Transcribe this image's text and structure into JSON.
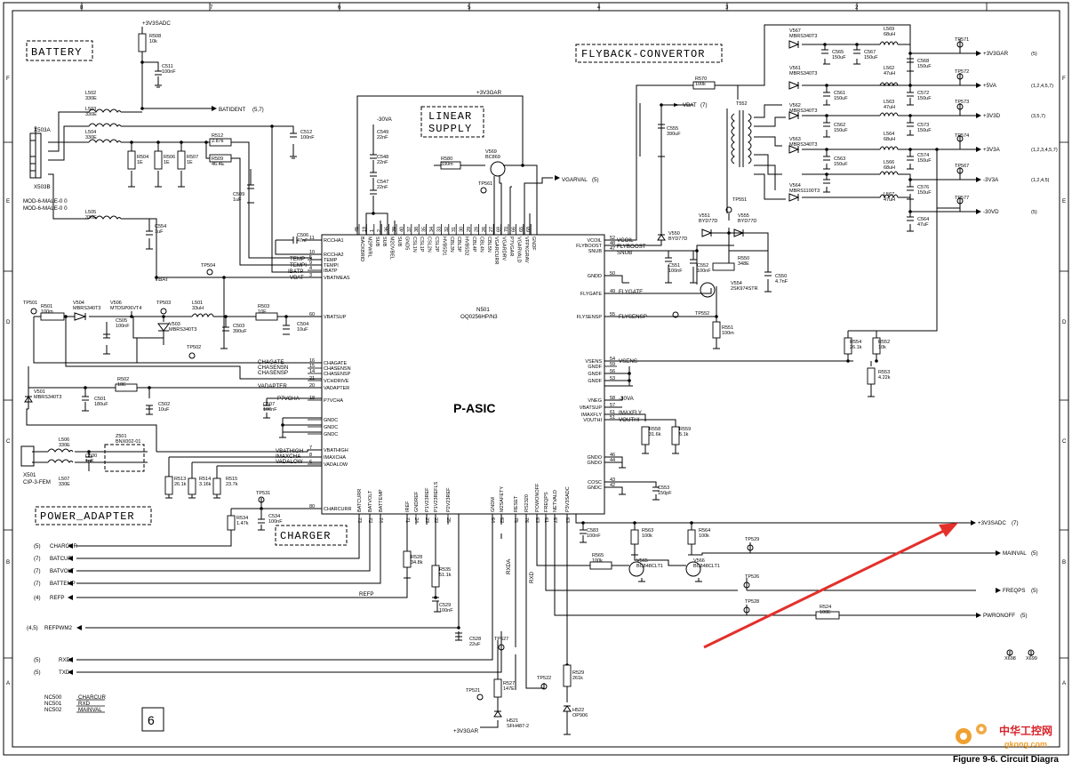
{
  "frame": {
    "top_ruler": [
      "8",
      "7",
      "6",
      "5",
      "4",
      "3",
      "2"
    ],
    "left_ruler": [
      "F",
      "E",
      "D",
      "C",
      "B",
      "A"
    ],
    "right_ruler": [
      "F",
      "E",
      "D",
      "C",
      "B",
      "A"
    ]
  },
  "blocks": {
    "battery": "BATTERY",
    "linear_supply_1": "LINEAR",
    "linear_supply_2": "SUPPLY",
    "flyback": "FLYBACK-CONVERTOR",
    "power_adapter": "POWER_ADAPTER",
    "charger": "CHARGER"
  },
  "asic": {
    "title": "P-ASIC",
    "ref": "N501",
    "part": "OQ0256HP/N3",
    "left_pins": [
      {
        "num": "11",
        "name": "RCCHA1"
      },
      {
        "num": "10",
        "name": "RCCHA2"
      },
      {
        "num": "5",
        "name": "TEMP"
      },
      {
        "num": "9",
        "name": "TEMPI"
      },
      {
        "num": "4",
        "name": "IBATP"
      },
      {
        "num": "3",
        "name": "VBATMEAS"
      },
      {
        "num": "60",
        "name": "VBATSUP"
      },
      {
        "num": "16",
        "name": "CHAGATE"
      },
      {
        "num": "15",
        "name": "CHASENSN"
      },
      {
        "num": "14",
        "name": "CHASENSP"
      },
      {
        "num": "21",
        "name": "VCHDRIVE"
      },
      {
        "num": "20",
        "name": "VADAPTER"
      },
      {
        "num": "18",
        "name": "P7VCHA"
      },
      {
        "num": "",
        "name": "GNDC"
      },
      {
        "num": "",
        "name": "GNDC"
      },
      {
        "num": "",
        "name": "GNDC"
      },
      {
        "num": "7",
        "name": "VBATHIGH"
      },
      {
        "num": "8",
        "name": "IMAXCHA"
      },
      {
        "num": "6",
        "name": "VADALOW"
      },
      {
        "num": "80",
        "name": "CHARCURR"
      }
    ],
    "right_pins": [
      {
        "num": "52",
        "name": "VCOIL"
      },
      {
        "num": "48",
        "name": "FLYBOOST"
      },
      {
        "num": "47",
        "name": "SNUB"
      },
      {
        "num": "50",
        "name": "GNDD"
      },
      {
        "num": "49",
        "name": "FLYGATE"
      },
      {
        "num": "55",
        "name": "FLYSENSP"
      },
      {
        "num": "54",
        "name": "VSENS"
      },
      {
        "num": "59",
        "name": "GNDF"
      },
      {
        "num": "56",
        "name": "GNDF"
      },
      {
        "num": "53",
        "name": "GNDF"
      },
      {
        "num": "58",
        "name": "VNEG"
      },
      {
        "num": "57",
        "name": "VBATSUP"
      },
      {
        "num": "61",
        "name": "IMAXFLY"
      },
      {
        "num": "51",
        "name": "VOUTHI"
      },
      {
        "num": "46",
        "name": "GNDO"
      },
      {
        "num": "44",
        "name": "GNDO"
      },
      {
        "num": "43",
        "name": "COSC"
      },
      {
        "num": "42",
        "name": "GNDC"
      }
    ],
    "top_pins": [
      "BACKBRID",
      "M2PWRL",
      "SUB",
      "SUB",
      "M2OVBEL",
      "SUB",
      "GND5",
      "CSL1N",
      "CSL1P",
      "CSL2N",
      "CSL2P",
      "HVB5D1",
      "CBL3N",
      "CBL3P",
      "HVB5D2",
      "CBL4P",
      "CBL4N",
      "CBL5N",
      "VGARCURR",
      "VGARDRV",
      "P7VGAR",
      "VGARVALD",
      "VFPKGRAV",
      "GNDF"
    ],
    "top_nums": [
      "45",
      "19",
      "1",
      "2",
      "36",
      "39",
      "40",
      "37",
      "38",
      "35",
      "34",
      "33",
      "32",
      "31",
      "30",
      "29",
      "28",
      "26",
      "27",
      "69",
      "70",
      "66",
      "65",
      "68"
    ],
    "bottom_pins": [
      "BATCURR",
      "BATVOLT",
      "BATTEMP",
      "IREF",
      "GNDREF",
      "P1V23REF",
      "P1V23REFLS",
      "P2V23REF",
      "GNDM",
      "M2SAFETY",
      "RESET",
      "RS2320",
      "POWONOFF",
      "FREQPS",
      "NETVALD",
      "P3V3SADC"
    ],
    "bottom_nums": [
      "73",
      "72",
      "74",
      "71",
      "24",
      "23",
      "22",
      "25",
      "64",
      "62",
      "75",
      "76",
      "63",
      "61",
      "67",
      "63"
    ]
  },
  "components": [
    {
      "ref": "R508",
      "value": "10k"
    },
    {
      "ref": "C511",
      "value": "100nF"
    },
    {
      "ref": "L502",
      "value": "330E"
    },
    {
      "ref": "L503",
      "value": "330E"
    },
    {
      "ref": "L504",
      "value": "330E"
    },
    {
      "ref": "C512",
      "value": "100nF"
    },
    {
      "ref": "R512",
      "value": "2.87k"
    },
    {
      "ref": "R509",
      "value": "46.4E"
    },
    {
      "ref": "R504",
      "value": "1E"
    },
    {
      "ref": "R506",
      "value": "1E"
    },
    {
      "ref": "R507",
      "value": "1E"
    },
    {
      "ref": "C509",
      "value": "1uF"
    },
    {
      "ref": "L505",
      "value": "330E"
    },
    {
      "ref": "C554",
      "value": "1uF"
    },
    {
      "ref": "C506",
      "value": "47nF"
    },
    {
      "ref": "R501",
      "value": "100m"
    },
    {
      "ref": "V504",
      "value": "MBRS340T3"
    },
    {
      "ref": "V506",
      "value": "MTDSP06VT4"
    },
    {
      "ref": "C505",
      "value": "100nF"
    },
    {
      "ref": "V503",
      "value": "MBRS340T3"
    },
    {
      "ref": "L501",
      "value": "33uH"
    },
    {
      "ref": "C503",
      "value": "390uF"
    },
    {
      "ref": "R503",
      "value": "10E"
    },
    {
      "ref": "C504",
      "value": "10uF"
    },
    {
      "ref": "V501",
      "value": "MBRS340T3"
    },
    {
      "ref": "C501",
      "value": "180uF"
    },
    {
      "ref": "R502",
      "value": "10E"
    },
    {
      "ref": "C502",
      "value": "10uF"
    },
    {
      "ref": "C507",
      "value": "100nF"
    },
    {
      "ref": "L506",
      "value": "330E"
    },
    {
      "ref": "L507",
      "value": "330E"
    },
    {
      "ref": "C500",
      "value": "1uF"
    },
    {
      "ref": "Z501",
      "value": "BNX002-01"
    },
    {
      "ref": "R513",
      "value": "26.1k"
    },
    {
      "ref": "R514",
      "value": "3.16k"
    },
    {
      "ref": "R515",
      "value": "23.7k"
    },
    {
      "ref": "C534",
      "value": "100nF"
    },
    {
      "ref": "R534",
      "value": "1.47k"
    },
    {
      "ref": "C549",
      "value": "22nF"
    },
    {
      "ref": "C548",
      "value": "22nF"
    },
    {
      "ref": "C547",
      "value": "22nF"
    },
    {
      "ref": "R580",
      "value": "330m"
    },
    {
      "ref": "V569",
      "value": "BC869"
    },
    {
      "ref": "R570",
      "value": "100k"
    },
    {
      "ref": "C555",
      "value": "390uF"
    },
    {
      "ref": "T552",
      "value": ""
    },
    {
      "ref": "V550",
      "value": "BYD77D"
    },
    {
      "ref": "V551",
      "value": "BYD77D"
    },
    {
      "ref": "V555",
      "value": "BYD77D"
    },
    {
      "ref": "C551",
      "value": "100nF"
    },
    {
      "ref": "C552",
      "value": "100nF"
    },
    {
      "ref": "R550",
      "value": "348E"
    },
    {
      "ref": "V554",
      "value": "2SK974STR"
    },
    {
      "ref": "C550",
      "value": "4.7nF"
    },
    {
      "ref": "R551",
      "value": "100m"
    },
    {
      "ref": "R554",
      "value": "26.1k"
    },
    {
      "ref": "R552",
      "value": "10k"
    },
    {
      "ref": "R553",
      "value": "4.22k"
    },
    {
      "ref": "R558",
      "value": "31.6k"
    },
    {
      "ref": "R559",
      "value": "5.1k"
    },
    {
      "ref": "C553",
      "value": "150pF"
    },
    {
      "ref": "V567",
      "value": "MBRS340T3"
    },
    {
      "ref": "V561",
      "value": "MBRS340T3"
    },
    {
      "ref": "V562",
      "value": "MBRS340T3"
    },
    {
      "ref": "V563",
      "value": "MBRS340T3"
    },
    {
      "ref": "V564",
      "value": "MBRS1100T3"
    },
    {
      "ref": "C565",
      "value": "150uF"
    },
    {
      "ref": "C567",
      "value": "150uF"
    },
    {
      "ref": "C561",
      "value": "150uF"
    },
    {
      "ref": "C562",
      "value": "150uF"
    },
    {
      "ref": "C563",
      "value": "150uF"
    },
    {
      "ref": "L569",
      "value": "68uH"
    },
    {
      "ref": "L562",
      "value": "47uH"
    },
    {
      "ref": "L563",
      "value": "47uH"
    },
    {
      "ref": "L564",
      "value": "68uH"
    },
    {
      "ref": "L566",
      "value": "68uH"
    },
    {
      "ref": "L567",
      "value": "47uH"
    },
    {
      "ref": "C568",
      "value": "150uF"
    },
    {
      "ref": "C572",
      "value": "150uF"
    },
    {
      "ref": "C573",
      "value": "150uF"
    },
    {
      "ref": "C574",
      "value": "150uF"
    },
    {
      "ref": "C576",
      "value": "150uF"
    },
    {
      "ref": "C564",
      "value": "47uF"
    },
    {
      "ref": "C583",
      "value": "100nF"
    },
    {
      "ref": "R563",
      "value": "100k"
    },
    {
      "ref": "R564",
      "value": "100k"
    },
    {
      "ref": "R565",
      "value": "100k"
    },
    {
      "ref": "V565",
      "value": "BC848CLT1"
    },
    {
      "ref": "V566",
      "value": "BC848CLT1"
    },
    {
      "ref": "R528",
      "value": "34.8k"
    },
    {
      "ref": "R535",
      "value": "51.1k"
    },
    {
      "ref": "C529",
      "value": "100nF"
    },
    {
      "ref": "C528",
      "value": "22uF"
    },
    {
      "ref": "R527",
      "value": "147E"
    },
    {
      "ref": "H521",
      "value": "SFH487-2"
    },
    {
      "ref": "R529",
      "value": "261k"
    },
    {
      "ref": "H522",
      "value": "OP906"
    },
    {
      "ref": "R524",
      "value": "100E"
    }
  ],
  "outputs": [
    {
      "tp": "TP571",
      "net": "+3V3GAR",
      "ref": "(5)"
    },
    {
      "tp": "TP572",
      "net": "+5VA",
      "ref": "(1,2,4,5,7)"
    },
    {
      "tp": "TP573",
      "net": "+3V3D",
      "ref": "(3,5,7)"
    },
    {
      "tp": "TP574",
      "net": "+3V3A",
      "ref": "(1,2,3,4,5,7)"
    },
    {
      "tp": "TP567",
      "net": "-3V3A",
      "ref": "(1,2,4,5)"
    },
    {
      "tp": "TP577",
      "net": "-30VD",
      "ref": "(5)"
    }
  ],
  "bottom_outputs": [
    {
      "net": "+3V3SADC",
      "ref": "(7)"
    },
    {
      "net": "MAINVAL",
      "ref": "(5)"
    },
    {
      "net": "FREQPS",
      "ref": "(5)"
    },
    {
      "net": "PWRONOFF",
      "ref": "(5)"
    }
  ],
  "left_signals": [
    {
      "ref": "(5)",
      "net": "CHARCUR"
    },
    {
      "ref": "(7)",
      "net": "BATCUR"
    },
    {
      "ref": "(7)",
      "net": "BATVOLT"
    },
    {
      "ref": "(7)",
      "net": "BATTEMP"
    },
    {
      "ref": "(4)",
      "net": "REFP"
    },
    {
      "ref": "(4,5)",
      "net": "REFPWM2"
    },
    {
      "ref": "(5)",
      "net": "RXD"
    },
    {
      "ref": "(5)",
      "net": "TXD"
    }
  ],
  "nets": {
    "p3v3sadc": "+3V3SADC",
    "batident": "BATIDENT",
    "batident_ref": "(5,7)",
    "p3v3gar": "+3V3GAR",
    "vbat": "VBAT",
    "vbat7": "VBAT",
    "vbat7_ref": "(7)",
    "vgarval": "VGARVAL",
    "vgarval_ref": "(5)",
    "m30va": "-30VA",
    "m30va_pin": "-30VA",
    "vadapter": "VADAPTER",
    "p7vcha": "P7VCHA",
    "mod1": "MOD-6-MALE-0 0",
    "mod2": "MOD-6-MALE-0 0",
    "x503a": "X503A",
    "x503b": "X503B",
    "x501": "X501",
    "cip": "CIP-3-FEM",
    "rxda": "RXDA",
    "rxd": "RXD",
    "refp": "REFP",
    "vouthi": "VOUTHI",
    "imaxfly": "IMAXFLY",
    "vsens": "VSENS",
    "flysensp": "FLYSENSP",
    "flygate": "FLYGATE",
    "vcoil": "VCOIL",
    "flyboost": "FLYBOOST",
    "snub": "SNUB",
    "chagate": "CHAGATE",
    "chasensn": "CHASENSN",
    "chasensp": "CHASENSP",
    "vbathigh": "VBATHIGH",
    "imaxcha": "IMAXCHA",
    "vadalow": "VADALOW",
    "temp": "TEMP",
    "tempi": "TEMPI",
    "ibatp": "IBATP",
    "vbat_pin": "VBAT",
    "p3v3gar_v569": "+3V3GAR"
  },
  "testpoints": [
    "TP501",
    "TP503",
    "TP502",
    "TP504",
    "TP531",
    "TP561",
    "TP551",
    "TP552",
    "TP529",
    "TP526",
    "TP528",
    "TP527",
    "TP521",
    "TP522",
    "X698",
    "X699"
  ],
  "nc_table": [
    {
      "ref": "NC500",
      "net": "CHARCUR"
    },
    {
      "ref": "NC501",
      "net": "RXD"
    },
    {
      "ref": "NC502",
      "net": "MAINVAL"
    }
  ],
  "sheet_number": "6",
  "caption": "Figure 9-6. Circuit Diagra",
  "watermark": {
    "cn": "中华工控网",
    "url": "gkong.com"
  },
  "colors": {
    "arrow": "#e4302b",
    "watermark_orange": "#f0a030",
    "watermark_red": "#d8232a"
  }
}
